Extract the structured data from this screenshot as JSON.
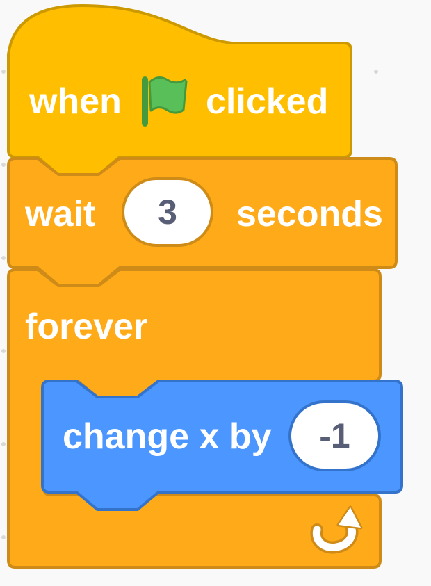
{
  "workspace": {
    "background_color": "#F9F9F9",
    "grid_dot_color": "#D9D9D9"
  },
  "palette": {
    "events_fill": "#FFBF00",
    "events_stroke": "#CC9900",
    "control_fill": "#FFAB19",
    "control_stroke": "#CF8B17",
    "motion_fill": "#4C97FF",
    "motion_stroke": "#3373CC",
    "label_color": "#FFFFFF",
    "input_bg": "#FFFFFF",
    "input_text_color": "#575E75",
    "flag_fill": "#59C059",
    "flag_stroke": "#45993D",
    "flag_pole_fill": "#459A3E",
    "loop_arrow_color": "#FFFFFF"
  },
  "script": {
    "when_flag_clicked": {
      "label_before": "when",
      "icon": "green-flag-icon",
      "label_after": "clicked",
      "category": "events"
    },
    "wait": {
      "label_before": "wait",
      "input_value": "3",
      "label_after": "seconds",
      "category": "control"
    },
    "forever": {
      "label": "forever",
      "icon": "loop-arrow-icon",
      "category": "control"
    },
    "change_x_by": {
      "label": "change x by",
      "input_value": "-1",
      "category": "motion"
    }
  }
}
